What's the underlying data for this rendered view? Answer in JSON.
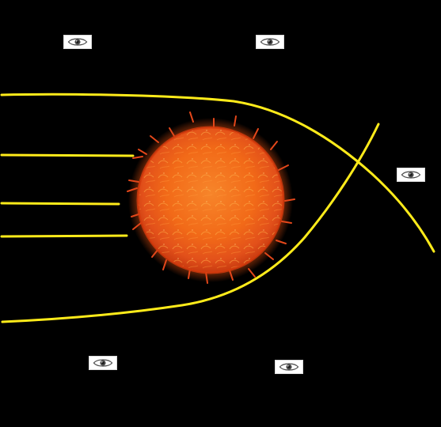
{
  "colors": {
    "background": "#000000",
    "light_path": "#ffeb1a",
    "sun_core": "#f26a18",
    "sun_edge": "#d63b0c",
    "sun_highlight": "#ffb34a",
    "eye_box": "#ffffff",
    "eye_line": "#4a4a4a"
  },
  "diagram": {
    "central_body": "sun",
    "paths": [
      "upper-curved-light-path",
      "lower-curved-light-path",
      "straight-light-ray-1",
      "straight-light-ray-2",
      "straight-light-ray-3"
    ],
    "observers": [
      {
        "name": "eye-top-left",
        "icon": "eye-icon"
      },
      {
        "name": "eye-top-right",
        "icon": "eye-icon"
      },
      {
        "name": "eye-right",
        "icon": "eye-icon"
      },
      {
        "name": "eye-bottom-left",
        "icon": "eye-icon"
      },
      {
        "name": "eye-bottom-right",
        "icon": "eye-icon"
      }
    ]
  }
}
